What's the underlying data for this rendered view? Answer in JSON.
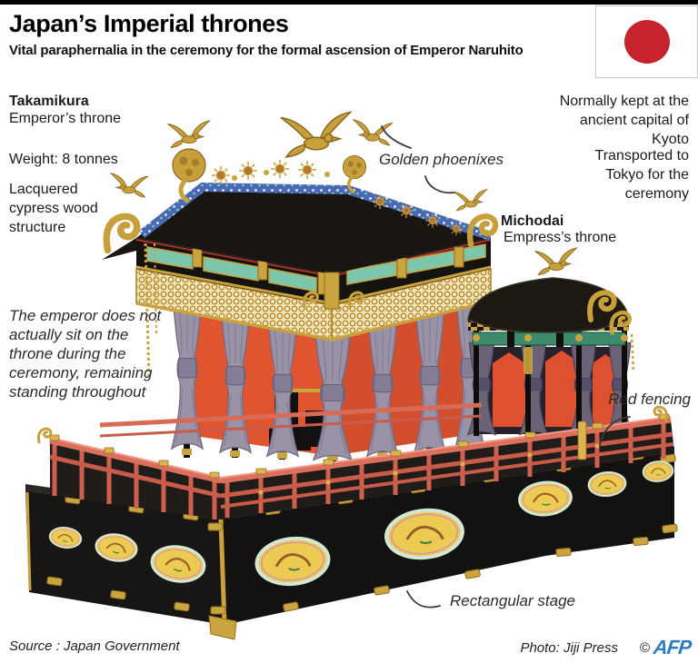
{
  "header": {
    "title": "Japan’s Imperial thrones",
    "subtitle": "Vital paraphernalia in the ceremony for the formal ascension of Emperor Naruhito"
  },
  "flag": {
    "country": "Japan",
    "circle_color": "#c5242c"
  },
  "labels": {
    "takamikura_name": "Takamikura",
    "takamikura_desc": "Emperor’s throne",
    "weight": "Weight: 8 tonnes",
    "structure": "Lacquered cypress wood structure",
    "kept": "Normally kept at the ancient capital of Kyoto",
    "transported": "Transported to Tokyo for the ceremony",
    "michodai_name": "Michodai",
    "michodai_desc": "Empress’s throne",
    "golden_phoenixes": "Golden phoenixes",
    "emperor_note": "The emperor does not actually sit on the throne during the ceremony, remaining standing throughout",
    "red_fencing": "Red fencing",
    "rectangular_stage": "Rectangular stage"
  },
  "footer": {
    "source": "Source :  Japan Government",
    "photo_credit": "Photo: Jiji Press",
    "copyright": "©",
    "agency": "AFP"
  },
  "colors": {
    "flag_red": "#c5242c",
    "afp_blue": "#2e7dbe",
    "gold": "#c9a23f",
    "fence_red": "#dd6f5d",
    "teal_panel": "#7cc7ac",
    "curtain_gray": "#9a92a6",
    "inner_orange": "#e05430",
    "lacquer_black": "#15130f",
    "medallion_yellow": "#eccb52",
    "ridge_blue": "#4a69b5"
  }
}
